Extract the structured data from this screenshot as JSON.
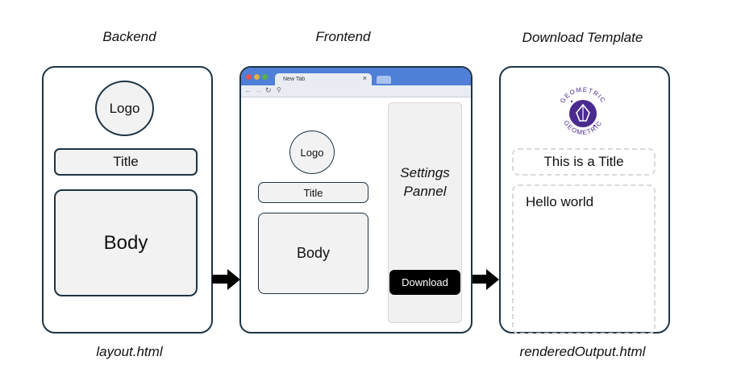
{
  "headings": {
    "backend": "Backend",
    "frontend": "Frontend",
    "download": "Download Template"
  },
  "captions": {
    "backend_file": "layout.html",
    "download_file": "renderedOutput.html"
  },
  "backend": {
    "logo": "Logo",
    "title": "Title",
    "body": "Body"
  },
  "frontend": {
    "tab_label": "New Tab",
    "tab_close": "×",
    "logo": "Logo",
    "title": "Title",
    "body": "Body",
    "settings_line1": "Settings",
    "settings_line2": "Pannel",
    "download_button": "Download"
  },
  "output": {
    "logo_text": "GEOMETRIC",
    "title": "This is a Title",
    "body": "Hello world"
  },
  "colors": {
    "panel_border": "#1f3443",
    "logo_purple": "#4b2a8f",
    "browser_blue": "#4f7fd6"
  }
}
